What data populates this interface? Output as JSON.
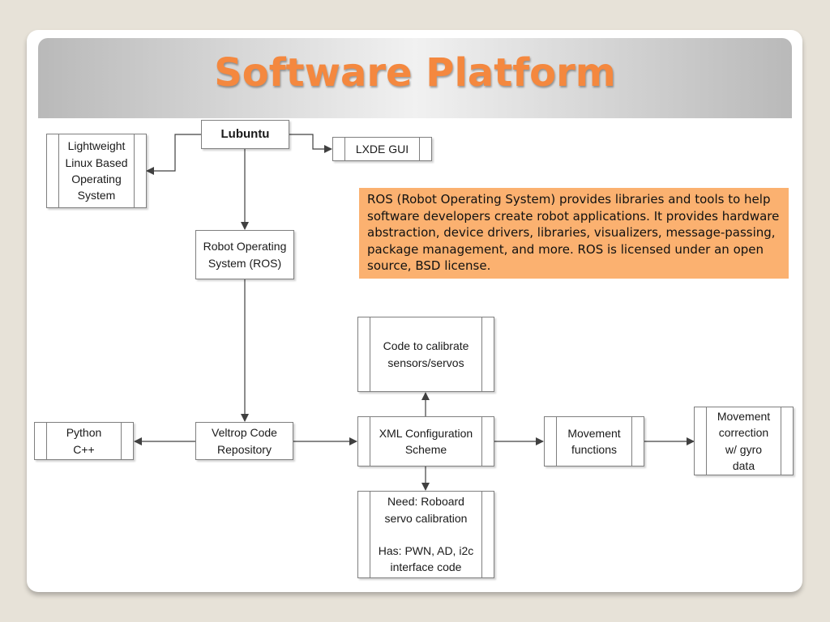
{
  "slide": {
    "title": "Software Platform",
    "title_color": "#f4883f",
    "note_color": "#fbb170"
  },
  "diagram": {
    "lubuntu": "Lubuntu",
    "lightweight_linux": "Lightweight\nLinux Based\nOperating\nSystem",
    "lxde_gui": "LXDE GUI",
    "ros": "Robot Operating\nSystem (ROS)",
    "ros_description": "ROS (Robot Operating System) provides libraries and tools to help software developers create robot applications. It provides hardware abstraction, device drivers, libraries, visualizers, message-passing, package management, and more. ROS is licensed under an open source, BSD license.",
    "calibrate_code": "Code to calibrate\nsensors/servos",
    "python_cpp": "Python\nC++",
    "veltrop_repo": "Veltrop Code\nRepository",
    "xml_config": "XML Configuration\nScheme",
    "movement_functions": "Movement\nfunctions",
    "movement_correction": "Movement\ncorrection\nw/ gyro\ndata",
    "roboard_needs": "Need: Roboard\nservo calibration\n\nHas: PWN, AD, i2c\ninterface code"
  }
}
